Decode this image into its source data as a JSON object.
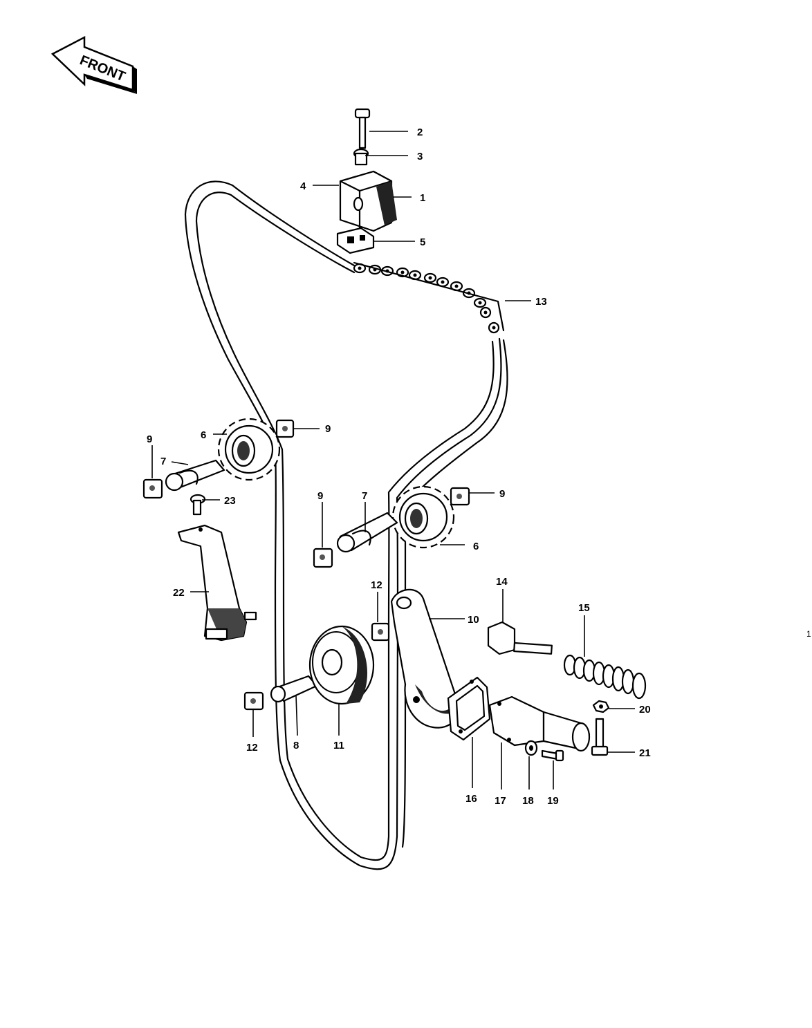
{
  "front_label": "FRONT",
  "margin_mark": "1",
  "callouts": {
    "c1": "1",
    "c2": "2",
    "c3": "3",
    "c4": "4",
    "c5": "5",
    "c6a": "6",
    "c6b": "6",
    "c7a": "7",
    "c7b": "7",
    "c8": "8",
    "c9a": "9",
    "c9b": "9",
    "c9c": "9",
    "c9d": "9",
    "c10": "10",
    "c11": "11",
    "c12a": "12",
    "c12b": "12",
    "c13": "13",
    "c14": "14",
    "c15": "15",
    "c16": "16",
    "c17": "17",
    "c18": "18",
    "c19": "19",
    "c20": "20",
    "c21": "21",
    "c22": "22",
    "c23": "23"
  }
}
